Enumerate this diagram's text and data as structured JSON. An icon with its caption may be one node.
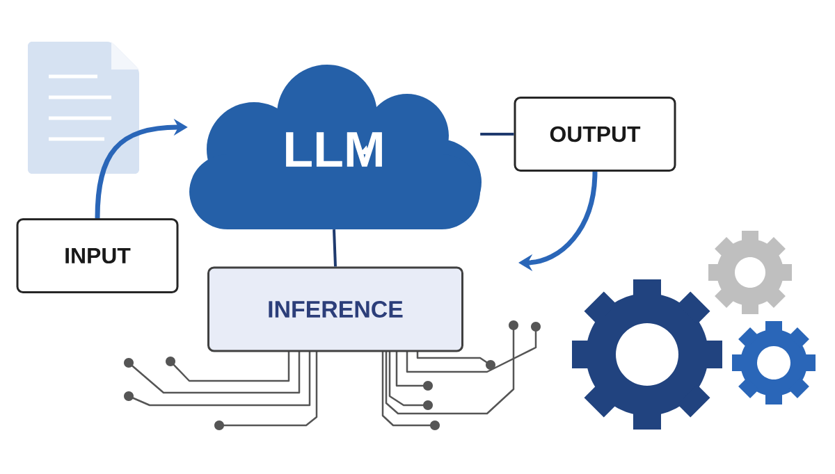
{
  "diagram": {
    "nodes": [
      {
        "text": [
          "LLM"
        ]
      },
      {
        "text": [
          "OUTPUT"
        ]
      },
      {
        "text": [
          "INPUT"
        ]
      },
      {
        "text": [
          "INFERENCE"
        ]
      }
    ],
    "edges": [
      {
        "from": 2,
        "to": 0,
        "arrow": "to",
        "color": "#2a66b8"
      },
      {
        "from": 0,
        "to": 1,
        "arrow": "none"
      },
      {
        "from": 0,
        "to": 3,
        "arrow": "none"
      },
      {
        "from": 1,
        "to": null,
        "arrow": "to",
        "color": "#2a66b8"
      }
    ]
  }
}
